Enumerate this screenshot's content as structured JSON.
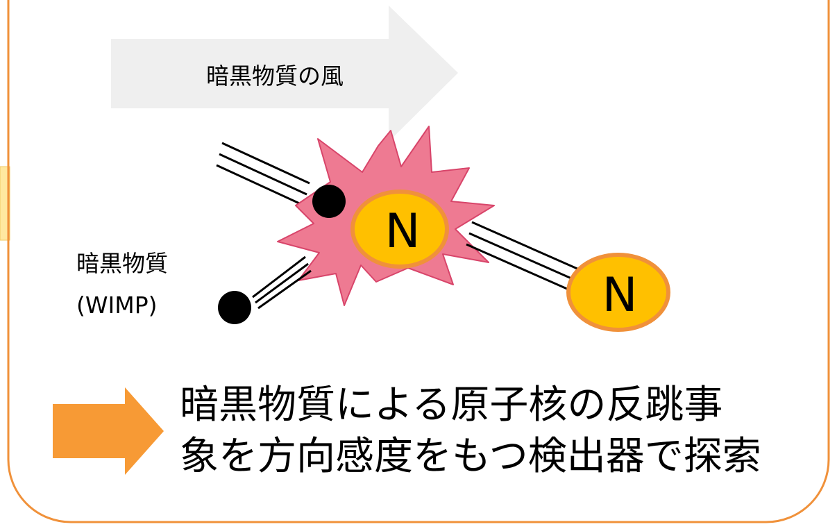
{
  "wind_arrow": {
    "label": "暗黒物質の風"
  },
  "wimp": {
    "label_line1": "暗黒物質",
    "label_line2": "(WIMP)"
  },
  "nucleus": {
    "label": "N"
  },
  "recoiled_nucleus": {
    "label": "N"
  },
  "conclusion": {
    "line1": "暗黒物質による原子核の反跳事",
    "line2": "象を方向感度をもつ検出器で探索"
  },
  "colors": {
    "frame_border": "#F0913A",
    "wind_arrow_fill": "#EFEFEF",
    "collision_burst": "#EE7A92",
    "collision_burst_stroke": "#D8456A",
    "nucleus_fill": "#FFC000",
    "nucleus_stroke": "#F0913A",
    "particle": "#000000",
    "conclusion_arrow": "#F79A35",
    "side_tab": "#FFE8A0"
  }
}
